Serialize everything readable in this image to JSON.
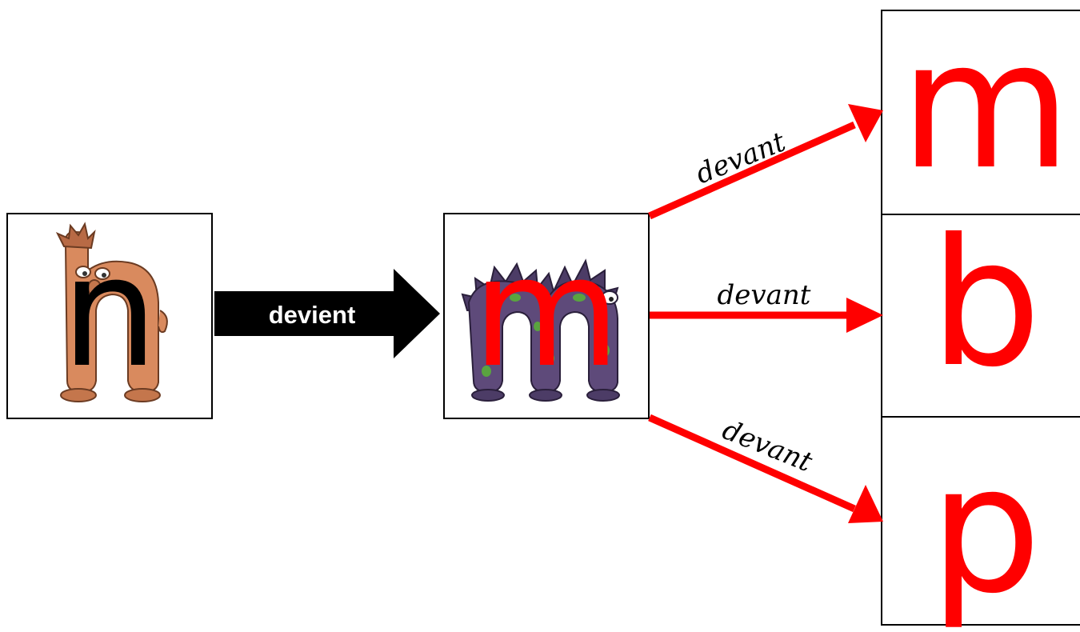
{
  "source": {
    "letter": "n",
    "letter_color": "#000000",
    "character_color": "#d98a5e"
  },
  "result": {
    "letter": "m",
    "letter_color": "#ff0000",
    "character_color": "#5e4a7a",
    "spot_color": "#5aa340"
  },
  "transform_label": "devient",
  "rule_label": "devant",
  "targets": [
    {
      "letter": "m"
    },
    {
      "letter": "b"
    },
    {
      "letter": "p"
    }
  ],
  "colors": {
    "accent": "#ff0000",
    "arrow_dark": "#000000"
  },
  "icons": {
    "source_character": "n-monster-icon",
    "result_character": "m-monster-icon"
  }
}
